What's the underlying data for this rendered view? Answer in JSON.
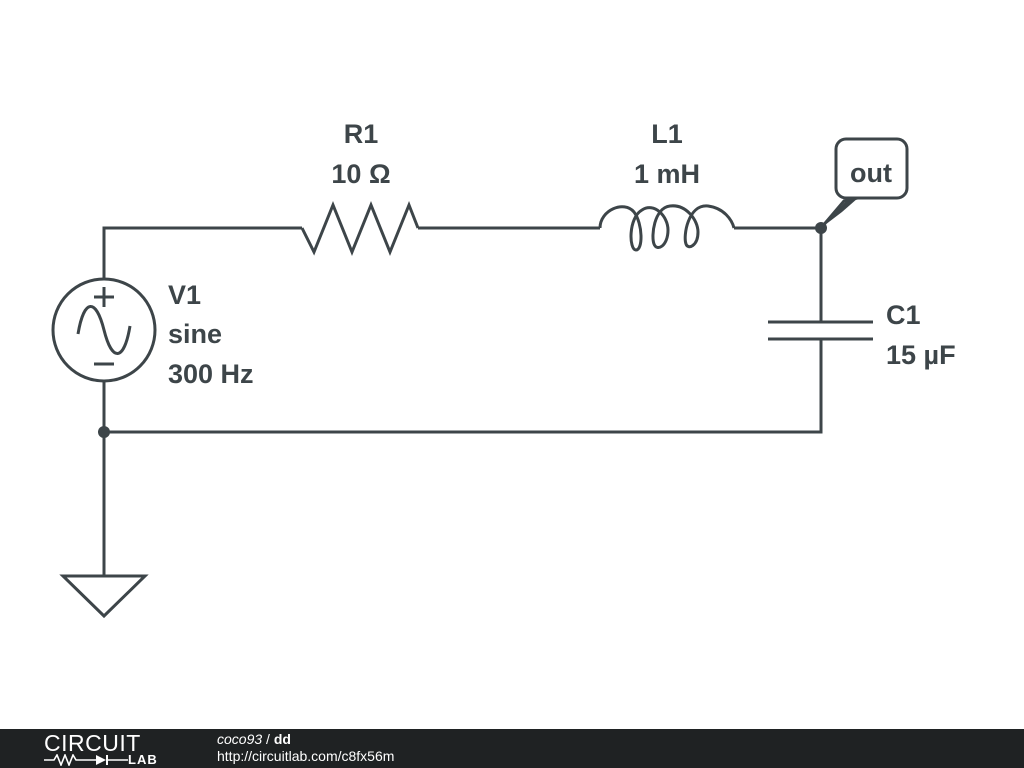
{
  "components": {
    "r1": {
      "designator": "R1",
      "value": "10 Ω"
    },
    "l1": {
      "designator": "L1",
      "value": "1 mH"
    },
    "c1": {
      "designator": "C1",
      "value": "15 µF"
    },
    "v1": {
      "designator": "V1",
      "waveform": "sine",
      "frequency": "300 Hz"
    },
    "out_label": "out"
  },
  "colors": {
    "wire": "#3d4549",
    "footer_background": "#1f2223",
    "footer_text": "#ffffff"
  },
  "footer": {
    "logo_top": "CIRCUIT",
    "logo_bottom": "LAB",
    "user": "coco93",
    "separator": " / ",
    "project": "dd",
    "url": "http://circuitlab.com/c8fx56m"
  }
}
